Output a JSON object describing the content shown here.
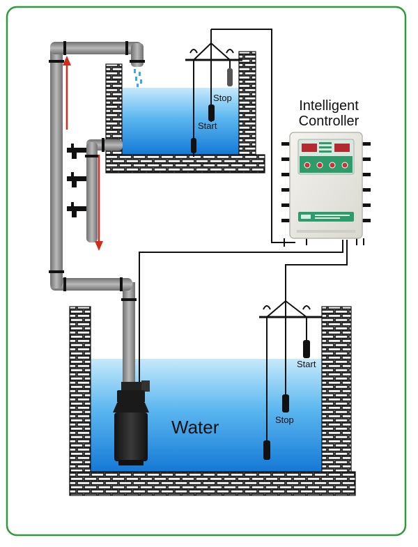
{
  "labels": {
    "controller_line1": "Intelligent",
    "controller_line2": "Controller",
    "upper_stop": "Stop",
    "upper_start": "Start",
    "lower_start": "Start",
    "lower_stop": "Stop",
    "water": "Water"
  },
  "colors": {
    "frame": "#2e9a3c",
    "pipe": "#8a8a8a",
    "water_top": "#bfe6fb",
    "water_bottom": "#1a86e0",
    "flow_arrow": "#d42a1c",
    "wire": "#111111",
    "controller_body": "#ecebe4",
    "display": "#c8323a",
    "panel_green": "#2f9a6a"
  },
  "icons": {
    "pump": "submersible-pump-icon",
    "faucet": "faucet-icon",
    "float_switch": "float-switch-icon",
    "controller": "controller-box-icon"
  }
}
